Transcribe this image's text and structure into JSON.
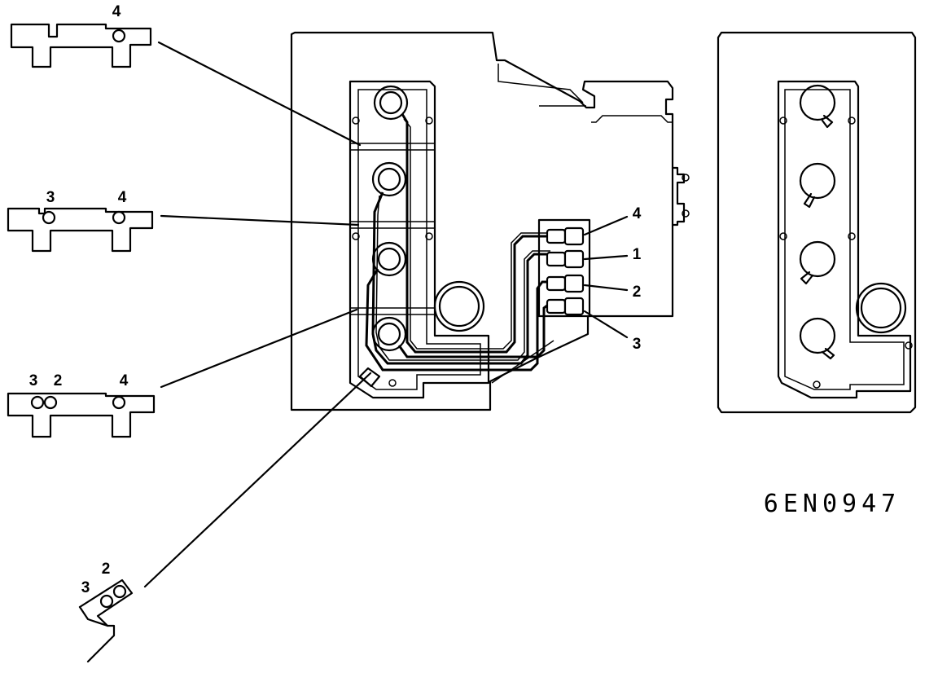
{
  "diagram_code": "6EN0947",
  "brackets": [
    {
      "labels": [
        "4"
      ]
    },
    {
      "labels": [
        "3",
        "4"
      ]
    },
    {
      "labels": [
        "3",
        "2",
        "4"
      ]
    },
    {
      "labels": [
        "3",
        "2"
      ]
    }
  ],
  "coil_leads": [
    "4",
    "1",
    "2",
    "3"
  ]
}
